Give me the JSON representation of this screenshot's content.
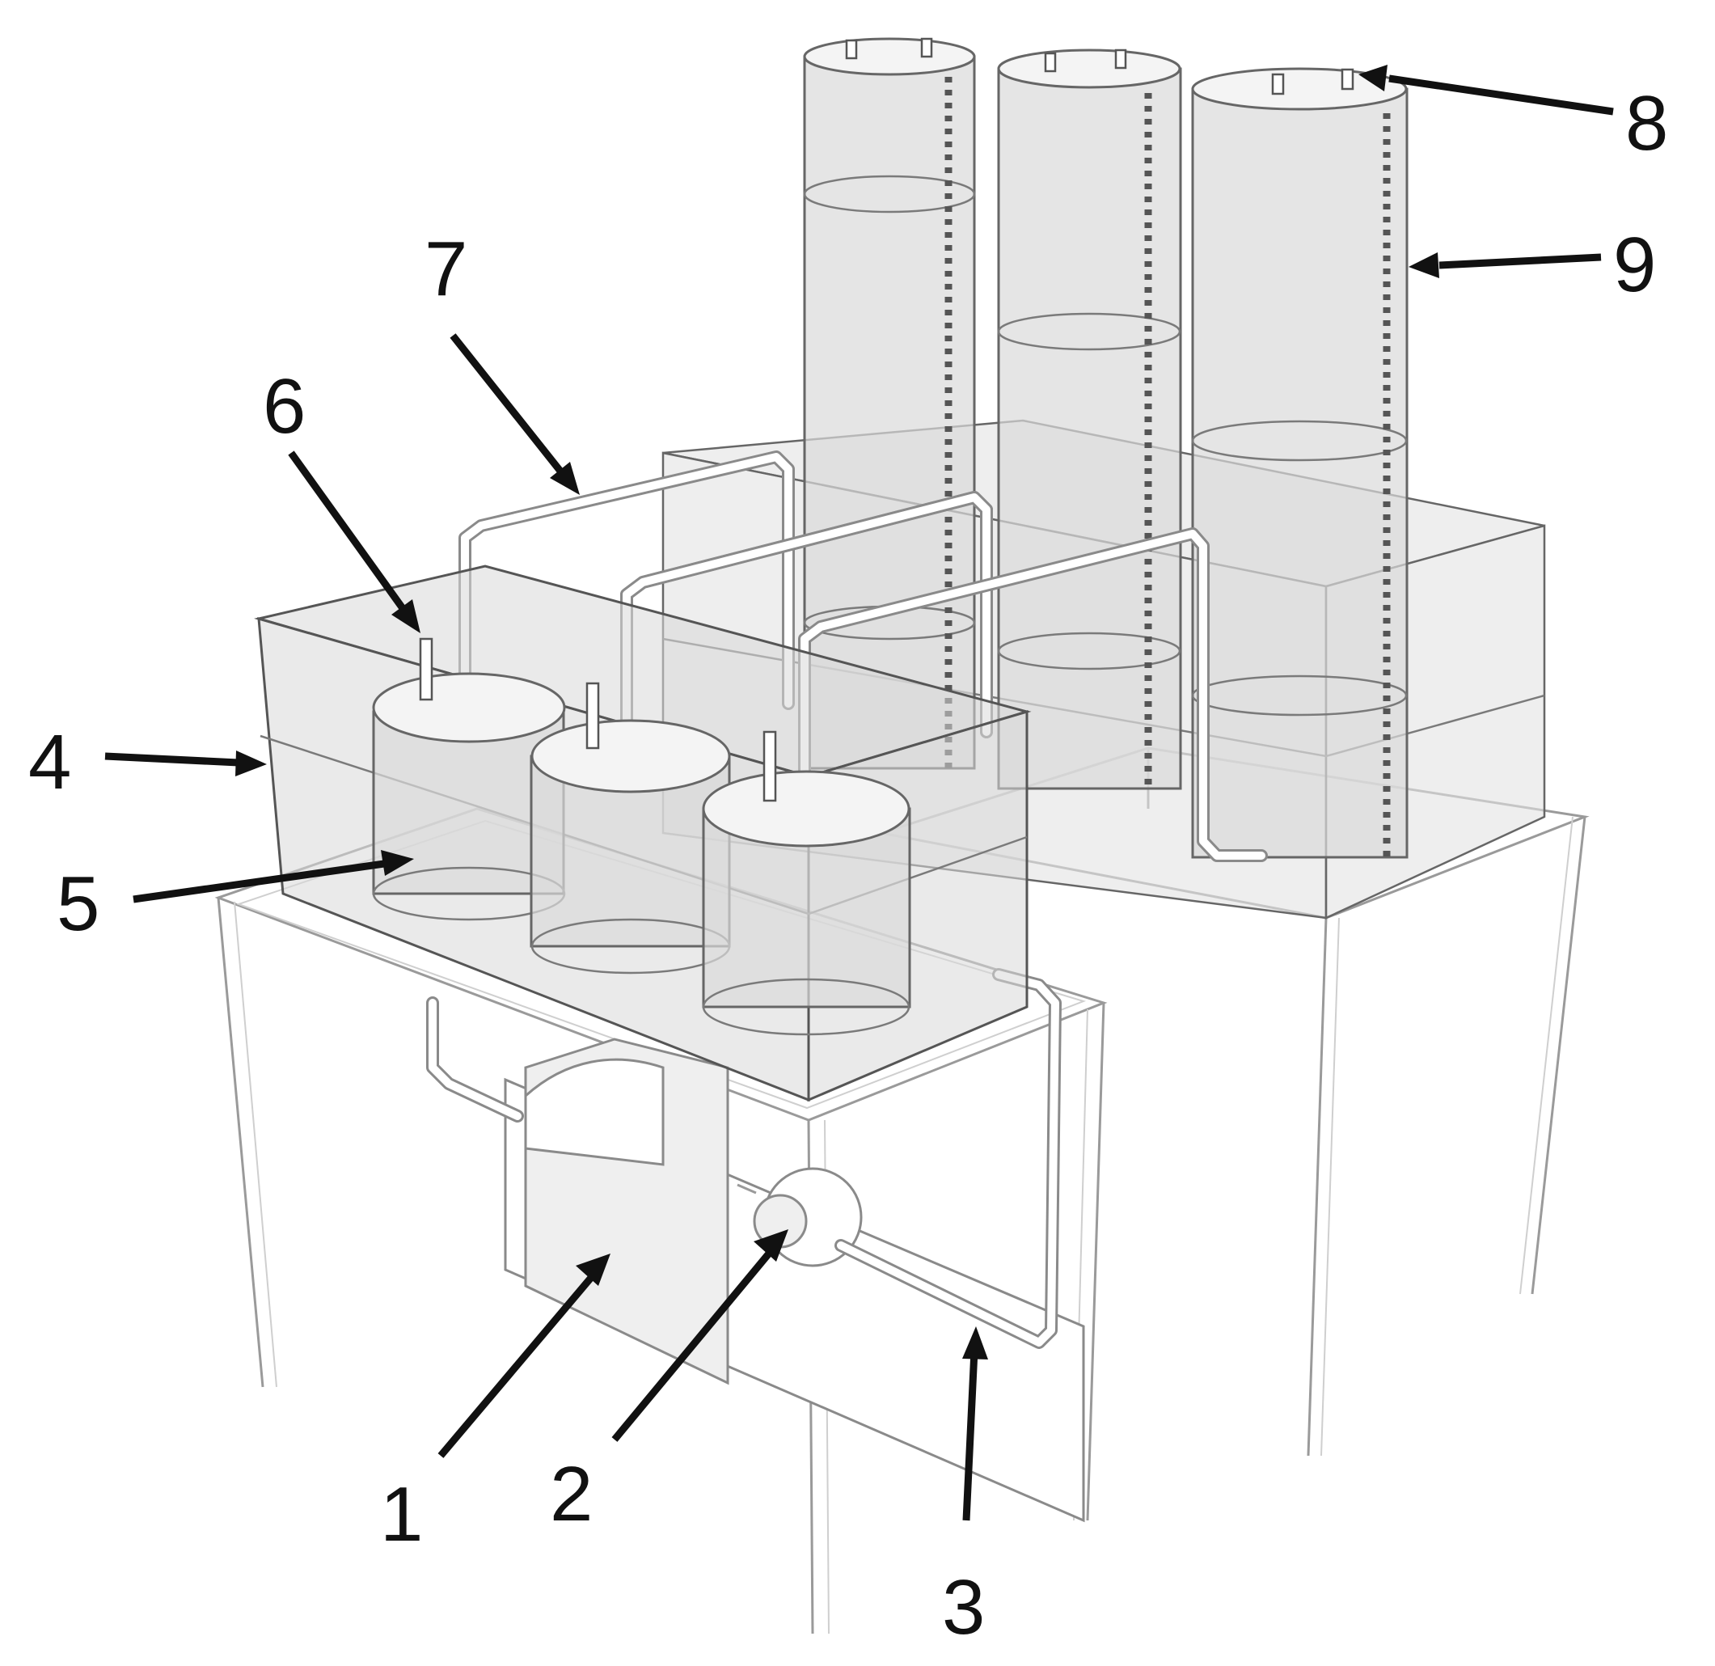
{
  "figure": {
    "callouts": [
      {
        "number": "1",
        "part": "blower-box"
      },
      {
        "number": "2",
        "part": "blower-motor"
      },
      {
        "number": "3",
        "part": "air-supply-pipe"
      },
      {
        "number": "4",
        "part": "water-bath-tank"
      },
      {
        "number": "5",
        "part": "digester-vessel"
      },
      {
        "number": "6",
        "part": "vessel-port"
      },
      {
        "number": "7",
        "part": "gas-pipe"
      },
      {
        "number": "8",
        "part": "column-port"
      },
      {
        "number": "9",
        "part": "gas-collection-column"
      }
    ],
    "colors": {
      "line": "#111111",
      "glass": "#d9d9d9",
      "frame": "#9a9a9a"
    }
  }
}
